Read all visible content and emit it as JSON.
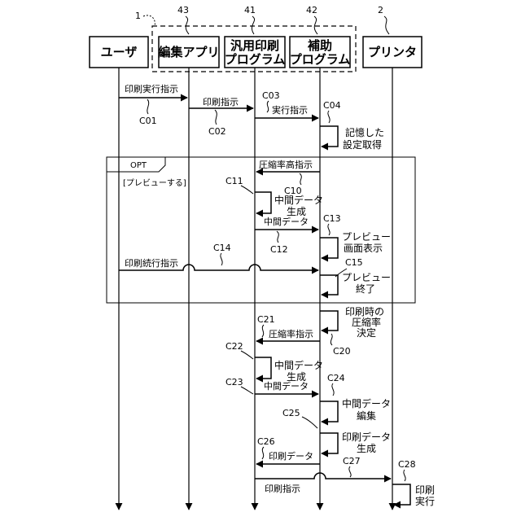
{
  "participants": [
    {
      "id": "user",
      "lines": [
        "ユーザ"
      ]
    },
    {
      "id": "editor",
      "lines": [
        "編集アプリ"
      ]
    },
    {
      "id": "general",
      "lines": [
        "汎用印刷",
        "プログラム"
      ]
    },
    {
      "id": "aux",
      "lines": [
        "補助",
        "プログラム"
      ]
    },
    {
      "id": "printer",
      "lines": [
        "プリンタ"
      ]
    }
  ],
  "refs": {
    "group": "1",
    "editor": "43",
    "general": "41",
    "aux": "42",
    "printer": "2"
  },
  "opt": {
    "label": "OPT",
    "condition": "[プレビューする]"
  },
  "messages": [
    {
      "id": "C01",
      "text": "印刷実行指示"
    },
    {
      "id": "C02",
      "text": "印刷指示"
    },
    {
      "id": "C03",
      "text": "実行指示"
    },
    {
      "id": "C10",
      "text": "圧縮率高指示"
    },
    {
      "id": "C12",
      "text": "中間データ"
    },
    {
      "id": "C14",
      "text": "印刷続行指示"
    },
    {
      "id": "C21",
      "text": "圧縮率指示"
    },
    {
      "id": "C23",
      "text": "中間データ"
    },
    {
      "id": "C26",
      "text": "印刷データ"
    },
    {
      "id": "C27",
      "text": "印刷指示"
    }
  ],
  "self_calls": [
    {
      "id": "C04",
      "lines": [
        "記憶した",
        "設定取得"
      ]
    },
    {
      "id": "C11",
      "lines": [
        "中間データ",
        "生成"
      ]
    },
    {
      "id": "C13",
      "lines": [
        "プレビュー",
        "画面表示"
      ]
    },
    {
      "id": "C15",
      "lines": [
        "プレビュー",
        "終了"
      ]
    },
    {
      "id": "C20",
      "lines": [
        "印刷時の",
        "圧縮率",
        "決定"
      ]
    },
    {
      "id": "C22",
      "lines": [
        "中間データ",
        "生成"
      ]
    },
    {
      "id": "C24",
      "lines": [
        "中間データ",
        "編集"
      ]
    },
    {
      "id": "C25",
      "lines": [
        "印刷データ",
        "生成"
      ]
    },
    {
      "id": "C28",
      "lines": [
        "印刷",
        "実行"
      ]
    }
  ]
}
